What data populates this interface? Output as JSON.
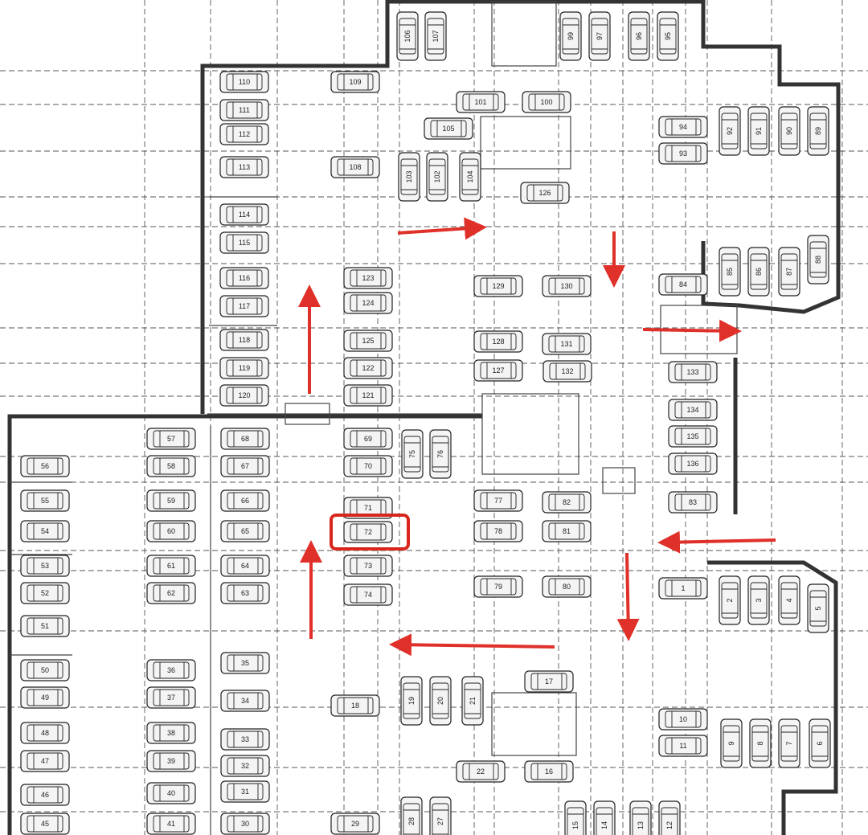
{
  "plan": {
    "highlight_color": "#d8261c",
    "arrow_color": "#e0302a",
    "highlighted_space": "72",
    "spaces": [
      {
        "id": "s106",
        "num": "106"
      },
      {
        "id": "s107",
        "num": "107"
      },
      {
        "id": "s99",
        "num": "99"
      },
      {
        "id": "s97",
        "num": "97"
      },
      {
        "id": "s96",
        "num": "96"
      },
      {
        "id": "s95",
        "num": "95"
      },
      {
        "id": "s110",
        "num": "110"
      },
      {
        "id": "s111",
        "num": "111"
      },
      {
        "id": "s112",
        "num": "112"
      },
      {
        "id": "s113",
        "num": "113"
      },
      {
        "id": "s109",
        "num": "109"
      },
      {
        "id": "s108",
        "num": "108"
      },
      {
        "id": "s101",
        "num": "101"
      },
      {
        "id": "s100",
        "num": "100"
      },
      {
        "id": "s105",
        "num": "105"
      },
      {
        "id": "s103",
        "num": "103"
      },
      {
        "id": "s102",
        "num": "102"
      },
      {
        "id": "s104",
        "num": "104"
      },
      {
        "id": "s94",
        "num": "94"
      },
      {
        "id": "s93",
        "num": "93"
      },
      {
        "id": "s92",
        "num": "92"
      },
      {
        "id": "s91",
        "num": "91"
      },
      {
        "id": "s90",
        "num": "90"
      },
      {
        "id": "s89",
        "num": "89"
      },
      {
        "id": "s114",
        "num": "114"
      },
      {
        "id": "s115",
        "num": "115"
      },
      {
        "id": "s116",
        "num": "116"
      },
      {
        "id": "s117",
        "num": "117"
      },
      {
        "id": "s118",
        "num": "118"
      },
      {
        "id": "s119",
        "num": "119"
      },
      {
        "id": "s120",
        "num": "120"
      },
      {
        "id": "s123",
        "num": "123"
      },
      {
        "id": "s124",
        "num": "124"
      },
      {
        "id": "s125",
        "num": "125"
      },
      {
        "id": "s122",
        "num": "122"
      },
      {
        "id": "s121",
        "num": "121"
      },
      {
        "id": "s129",
        "num": "129"
      },
      {
        "id": "s128",
        "num": "128"
      },
      {
        "id": "s127",
        "num": "127"
      },
      {
        "id": "s126",
        "num": "126"
      },
      {
        "id": "s130",
        "num": "130"
      },
      {
        "id": "s131",
        "num": "131"
      },
      {
        "id": "s84",
        "num": "84"
      },
      {
        "id": "s85",
        "num": "85"
      },
      {
        "id": "s86",
        "num": "86"
      },
      {
        "id": "s87",
        "num": "87"
      },
      {
        "id": "s88",
        "num": "88"
      },
      {
        "id": "s132",
        "num": "132"
      },
      {
        "id": "s133",
        "num": "133"
      },
      {
        "id": "s134",
        "num": "134"
      },
      {
        "id": "s135",
        "num": "135"
      },
      {
        "id": "s136",
        "num": "136"
      },
      {
        "id": "s83",
        "num": "83"
      },
      {
        "id": "s57",
        "num": "57"
      },
      {
        "id": "s58",
        "num": "58"
      },
      {
        "id": "s59",
        "num": "59"
      },
      {
        "id": "s60",
        "num": "60"
      },
      {
        "id": "s61",
        "num": "61"
      },
      {
        "id": "s62",
        "num": "62"
      },
      {
        "id": "s56",
        "num": "56"
      },
      {
        "id": "s55",
        "num": "55"
      },
      {
        "id": "s54",
        "num": "54"
      },
      {
        "id": "s53",
        "num": "53"
      },
      {
        "id": "s52",
        "num": "52"
      },
      {
        "id": "s51",
        "num": "51"
      },
      {
        "id": "s68",
        "num": "68"
      },
      {
        "id": "s67",
        "num": "67"
      },
      {
        "id": "s66",
        "num": "66"
      },
      {
        "id": "s65",
        "num": "65"
      },
      {
        "id": "s64",
        "num": "64"
      },
      {
        "id": "s63",
        "num": "63"
      },
      {
        "id": "s69",
        "num": "69"
      },
      {
        "id": "s70",
        "num": "70"
      },
      {
        "id": "s71",
        "num": "71"
      },
      {
        "id": "s72",
        "num": "72"
      },
      {
        "id": "s73",
        "num": "73"
      },
      {
        "id": "s74",
        "num": "74"
      },
      {
        "id": "s75",
        "num": "75"
      },
      {
        "id": "s76",
        "num": "76"
      },
      {
        "id": "s77",
        "num": "77"
      },
      {
        "id": "s78",
        "num": "78"
      },
      {
        "id": "s79",
        "num": "79"
      },
      {
        "id": "s80",
        "num": "80"
      },
      {
        "id": "s81",
        "num": "81"
      },
      {
        "id": "s82",
        "num": "82"
      },
      {
        "id": "s1",
        "num": "1"
      },
      {
        "id": "s2",
        "num": "2"
      },
      {
        "id": "s3",
        "num": "3"
      },
      {
        "id": "s4",
        "num": "4"
      },
      {
        "id": "s5",
        "num": "5"
      },
      {
        "id": "s35",
        "num": "35"
      },
      {
        "id": "s34",
        "num": "34"
      },
      {
        "id": "s33",
        "num": "33"
      },
      {
        "id": "s32",
        "num": "32"
      },
      {
        "id": "s31",
        "num": "31"
      },
      {
        "id": "s30",
        "num": "30"
      },
      {
        "id": "s36",
        "num": "36"
      },
      {
        "id": "s37",
        "num": "37"
      },
      {
        "id": "s38",
        "num": "38"
      },
      {
        "id": "s39",
        "num": "39"
      },
      {
        "id": "s40",
        "num": "40"
      },
      {
        "id": "s41",
        "num": "41"
      },
      {
        "id": "s50",
        "num": "50"
      },
      {
        "id": "s49",
        "num": "49"
      },
      {
        "id": "s48",
        "num": "48"
      },
      {
        "id": "s47",
        "num": "47"
      },
      {
        "id": "s46",
        "num": "46"
      },
      {
        "id": "s45",
        "num": "45"
      },
      {
        "id": "s18",
        "num": "18"
      },
      {
        "id": "s19",
        "num": "19"
      },
      {
        "id": "s20",
        "num": "20"
      },
      {
        "id": "s21",
        "num": "21"
      },
      {
        "id": "s17",
        "num": "17"
      },
      {
        "id": "s16",
        "num": "16"
      },
      {
        "id": "s22",
        "num": "22"
      },
      {
        "id": "s9",
        "num": "9"
      },
      {
        "id": "s8",
        "num": "8"
      },
      {
        "id": "s7",
        "num": "7"
      },
      {
        "id": "s6",
        "num": "6"
      },
      {
        "id": "s10",
        "num": "10"
      },
      {
        "id": "s11",
        "num": "11"
      },
      {
        "id": "s29",
        "num": "29"
      },
      {
        "id": "s28",
        "num": "28"
      },
      {
        "id": "s27",
        "num": "27"
      },
      {
        "id": "s15",
        "num": "15"
      },
      {
        "id": "s14",
        "num": "14"
      },
      {
        "id": "s13",
        "num": "13"
      },
      {
        "id": "s12",
        "num": "12"
      }
    ]
  }
}
